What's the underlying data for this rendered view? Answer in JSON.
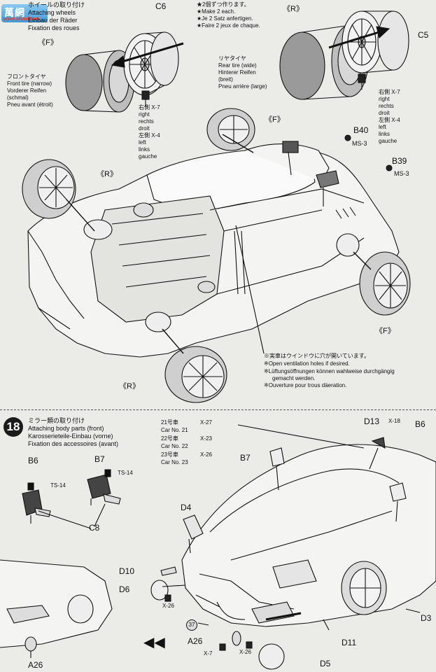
{
  "watermark": {
    "text_main": "萬網",
    "text_sub": "www.shaoli.net"
  },
  "step17": {
    "title_jp": "ホイールの取り付け",
    "title_en": "Attaching wheels",
    "title_de": "Einbau der Räder",
    "title_fr": "Fixation des roues",
    "make_note_jp": "★2個ずつ作ります。",
    "make_note_en": "★Make 2 each.",
    "make_note_de": "★Je 2 Satz anfertigen.",
    "make_note_fr": "★Faire 2 jeux de chaque.",
    "label_F_top": "《F》",
    "label_R_top": "《R》",
    "label_C6": "C6",
    "label_C5": "C5",
    "front_tire_jp": "フロントタイヤ",
    "front_tire_en": "Front tire (narrow)",
    "front_tire_de": "Vorderer Reifen",
    "front_tire_de2": "(schmal)",
    "front_tire_fr": "Pneu avant (étroit)",
    "rear_tire_jp": "リヤタイヤ",
    "rear_tire_en": "Rear tire (wide)",
    "rear_tire_de": "Hinterer Reifen",
    "rear_tire_de2": "(breit)",
    "rear_tire_fr": "Pneu arrière (large)",
    "left_right_block": [
      "右側 X-7",
      "right",
      "rechts",
      "droit",
      "左側 X-4",
      "left",
      "links",
      "gauche"
    ],
    "left_right_block_r": [
      "右側 X-7",
      "right",
      "rechts",
      "droit",
      "左側 X-4",
      "left",
      "links",
      "gauche"
    ],
    "label_F_mid": "《F》",
    "label_R_left": "《R》",
    "label_F_right": "《F》",
    "label_R_bottom": "《R》",
    "label_B40": "B40",
    "label_MS3_a": "MS-3",
    "label_B39": "B39",
    "label_MS3_b": "MS-3",
    "vent_note_jp": "※実車はウインドウに穴が開いています。",
    "vent_note_en": "※Open ventilation holes if desired.",
    "vent_note_de": "※Lüftungsöffnungen können wahlweise durchgängig",
    "vent_note_de2": "gemacht werden.",
    "vent_note_fr": "※Ouverture pour trous däeration."
  },
  "step18": {
    "number": "18",
    "title_jp": "ミラー類の取り付け",
    "title_en": "Attaching body parts (front)",
    "title_de": "Karosserieteile-Einbau (vorne)",
    "title_fr": "Fixation des accessoires (avant)",
    "car_no_block": [
      {
        "jp": "21号車",
        "part": "X-27",
        "en": "Car No. 21"
      },
      {
        "jp": "22号車",
        "part": "X-23",
        "en": "Car No. 22"
      },
      {
        "jp": "23号車",
        "part": "X-26",
        "en": "Car No. 23"
      }
    ],
    "label_D13": "D13",
    "label_X18": "X-18",
    "label_B6_right": "B6",
    "label_B7_car": "B7",
    "label_B6_left": "B6",
    "label_B7_left": "B7",
    "label_TS14_a": "TS-14",
    "label_TS14_b": "TS-14",
    "label_C8": "C8",
    "label_D4": "D4",
    "label_D10": "D10",
    "label_D6": "D6",
    "label_X26_a": "X-26",
    "label_37": "37",
    "label_A26_mid": "A26",
    "label_X7": "X-7",
    "label_X26_b": "X-26",
    "label_D3": "D3",
    "label_D11": "D11",
    "label_D5": "D5",
    "label_A26_left": "A26"
  }
}
